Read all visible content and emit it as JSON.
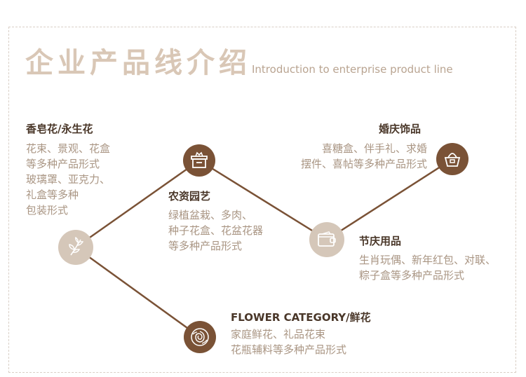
{
  "header": {
    "title_cn": "企业产品线介绍",
    "title_en": "Introduction to enterprise product line"
  },
  "colors": {
    "line": "#7a5236",
    "node_dark": "#7a5236",
    "node_light": "#d5c7b9",
    "title_cn": "#d9c7b6",
    "heading": "#4a3729",
    "desc": "#a99583"
  },
  "sections": {
    "soap_flower": {
      "title": "香皂花/永生花",
      "lines": [
        "花束、景观、花盒",
        "等多种产品形式",
        "玻璃罩、亚克力、",
        "礼盒等多种",
        "包装形式"
      ],
      "icon": "leaf-branch-icon"
    },
    "gardening": {
      "title": "农资园艺",
      "lines": [
        "绿植盆栽、多肉、",
        "种子花盒、花盆花器",
        "等多种产品形式"
      ],
      "icon": "gift-box-icon"
    },
    "festival": {
      "title": "节庆用品",
      "lines": [
        "生肖玩偶、新年红包、对联、",
        "粽子盒等多种产品形式"
      ],
      "icon": "red-packet-icon"
    },
    "wedding": {
      "title": "婚庆饰品",
      "lines": [
        "喜糖盒、伴手礼、求婚",
        "摆件、喜帖等多种产品形式"
      ],
      "icon": "gift-bag-icon"
    },
    "fresh_flower": {
      "title": "FLOWER CATEGORY/鲜花",
      "lines": [
        "家庭鲜花、礼品花束",
        "花瓶辅料等多种产品形式"
      ],
      "icon": "rose-icon"
    }
  }
}
